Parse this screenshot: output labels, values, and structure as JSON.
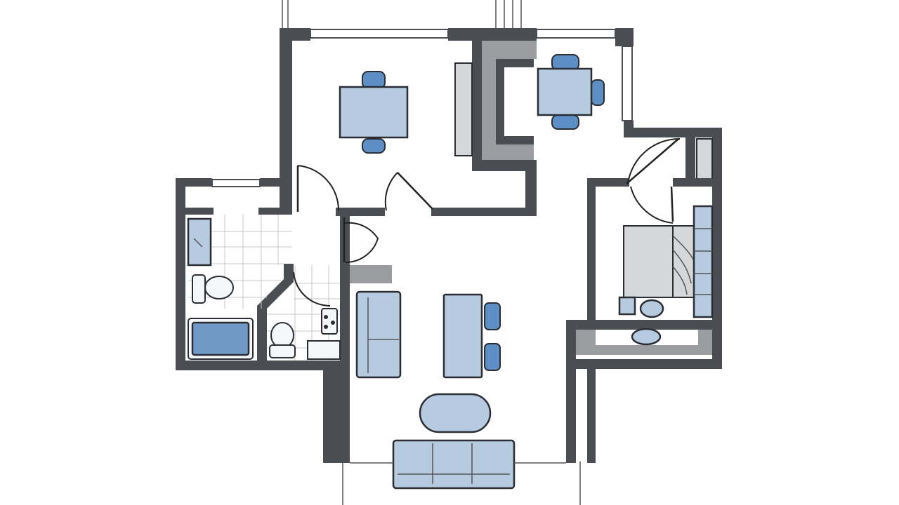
{
  "colors": {
    "wall": "#4a4d52",
    "wall_inner": "#9a9ca0",
    "furniture_fill": "#b7cbe0",
    "accent_blue": "#5e8fc4",
    "fixture_fill": "#f4f6f8",
    "background": "#ffffff"
  },
  "rooms": [
    {
      "id": "dining-room",
      "furniture": [
        "dining-table",
        "chair",
        "chair"
      ]
    },
    {
      "id": "kitchen",
      "furniture": [
        "counter",
        "small-table",
        "chair",
        "chair",
        "chair"
      ]
    },
    {
      "id": "bathroom",
      "furniture": [
        "toilet",
        "bathtub",
        "sink"
      ]
    },
    {
      "id": "half-bath",
      "furniture": [
        "toilet",
        "sink"
      ]
    },
    {
      "id": "living-room",
      "furniture": [
        "armchair",
        "coffee-table",
        "sofa",
        "ottoman",
        "desk",
        "chair",
        "chair"
      ]
    },
    {
      "id": "bedroom",
      "furniture": [
        "bed",
        "nightstand",
        "dresser",
        "stool"
      ]
    }
  ]
}
